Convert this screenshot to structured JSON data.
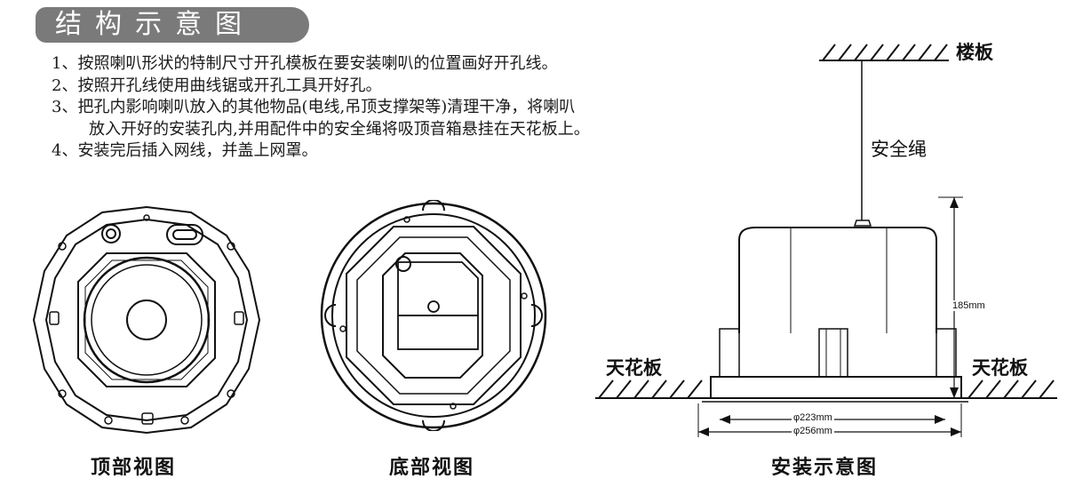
{
  "title": "结构示意图",
  "steps": [
    "1、按照喇叭形状的特制尺寸开孔模板在要安装喇叭的位置画好开孔线。",
    "2、按照开孔线使用曲线锯或开孔工具开好孔。",
    "3、把孔内影响喇叭放入的其他物品(电线,吊顶支撑架等)清理干净，将喇叭",
    "放入开好的安装孔内,并用配件中的安全绳将吸顶音箱悬挂在天花板上。",
    "4、安装完后插入网线，并盖上网罩。"
  ],
  "captions": {
    "top_view": "顶部视图",
    "bottom_view": "底部视图",
    "install_view": "安装示意图"
  },
  "install_labels": {
    "floor_slab": "楼板",
    "safety_rope": "安全绳",
    "ceiling_left": "天花板",
    "ceiling_right": "天花板"
  },
  "dimensions": {
    "height": "185mm",
    "inner_diameter": "φ223mm",
    "outer_diameter": "φ256mm"
  }
}
